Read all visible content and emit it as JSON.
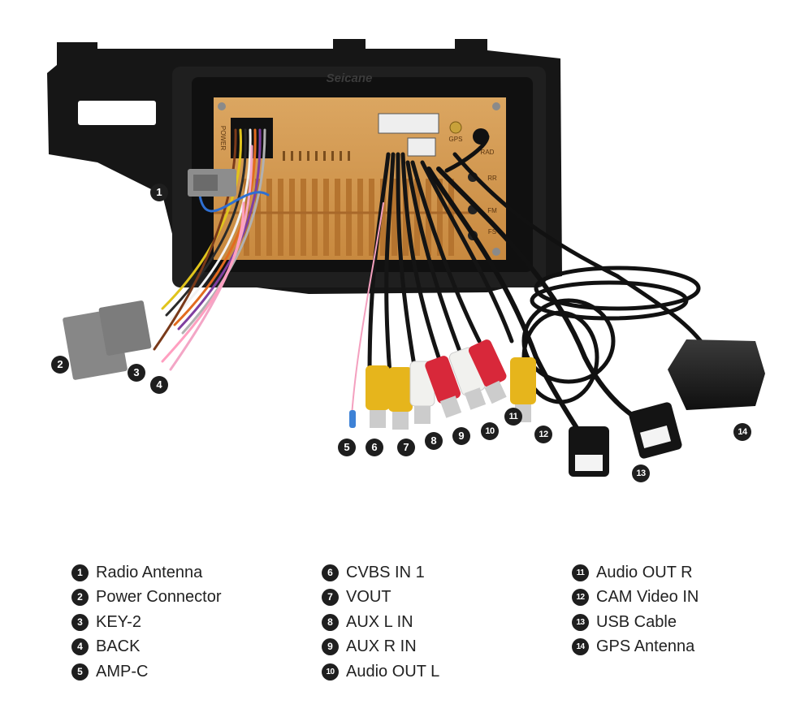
{
  "brand": "Seicane",
  "panel_labels": {
    "power": "POWER",
    "gps": "GPS",
    "rad": "RAD",
    "rr": "RR",
    "fm": "FM",
    "fs": "FS"
  },
  "callouts": [
    "1",
    "2",
    "3",
    "4",
    "5",
    "6",
    "7",
    "8",
    "9",
    "10",
    "11",
    "12",
    "13",
    "14"
  ],
  "legend": {
    "col1": [
      {
        "num": "1",
        "label": "Radio Antenna"
      },
      {
        "num": "2",
        "label": "Power Connector"
      },
      {
        "num": "3",
        "label": "KEY-2"
      },
      {
        "num": "4",
        "label": "BACK"
      },
      {
        "num": "5",
        "label": "AMP-C"
      }
    ],
    "col2": [
      {
        "num": "6",
        "label": "CVBS IN 1"
      },
      {
        "num": "7",
        "label": "VOUT"
      },
      {
        "num": "8",
        "label": "AUX L IN"
      },
      {
        "num": "9",
        "label": "AUX R IN"
      },
      {
        "num": "10",
        "label": "Audio OUT L"
      }
    ],
    "col3": [
      {
        "num": "11",
        "label": "Audio OUT R"
      },
      {
        "num": "12",
        "label": "CAM Video IN"
      },
      {
        "num": "13",
        "label": "USB Cable"
      },
      {
        "num": "14",
        "label": "GPS Antenna"
      }
    ]
  },
  "colors": {
    "panel_orange": "#d49a55",
    "frame_black": "#161616",
    "rca_yellow": "#e6b51c",
    "rca_white": "#f1f1ee",
    "rca_red": "#d8283a",
    "connector_gray": "#7d7d7d"
  }
}
